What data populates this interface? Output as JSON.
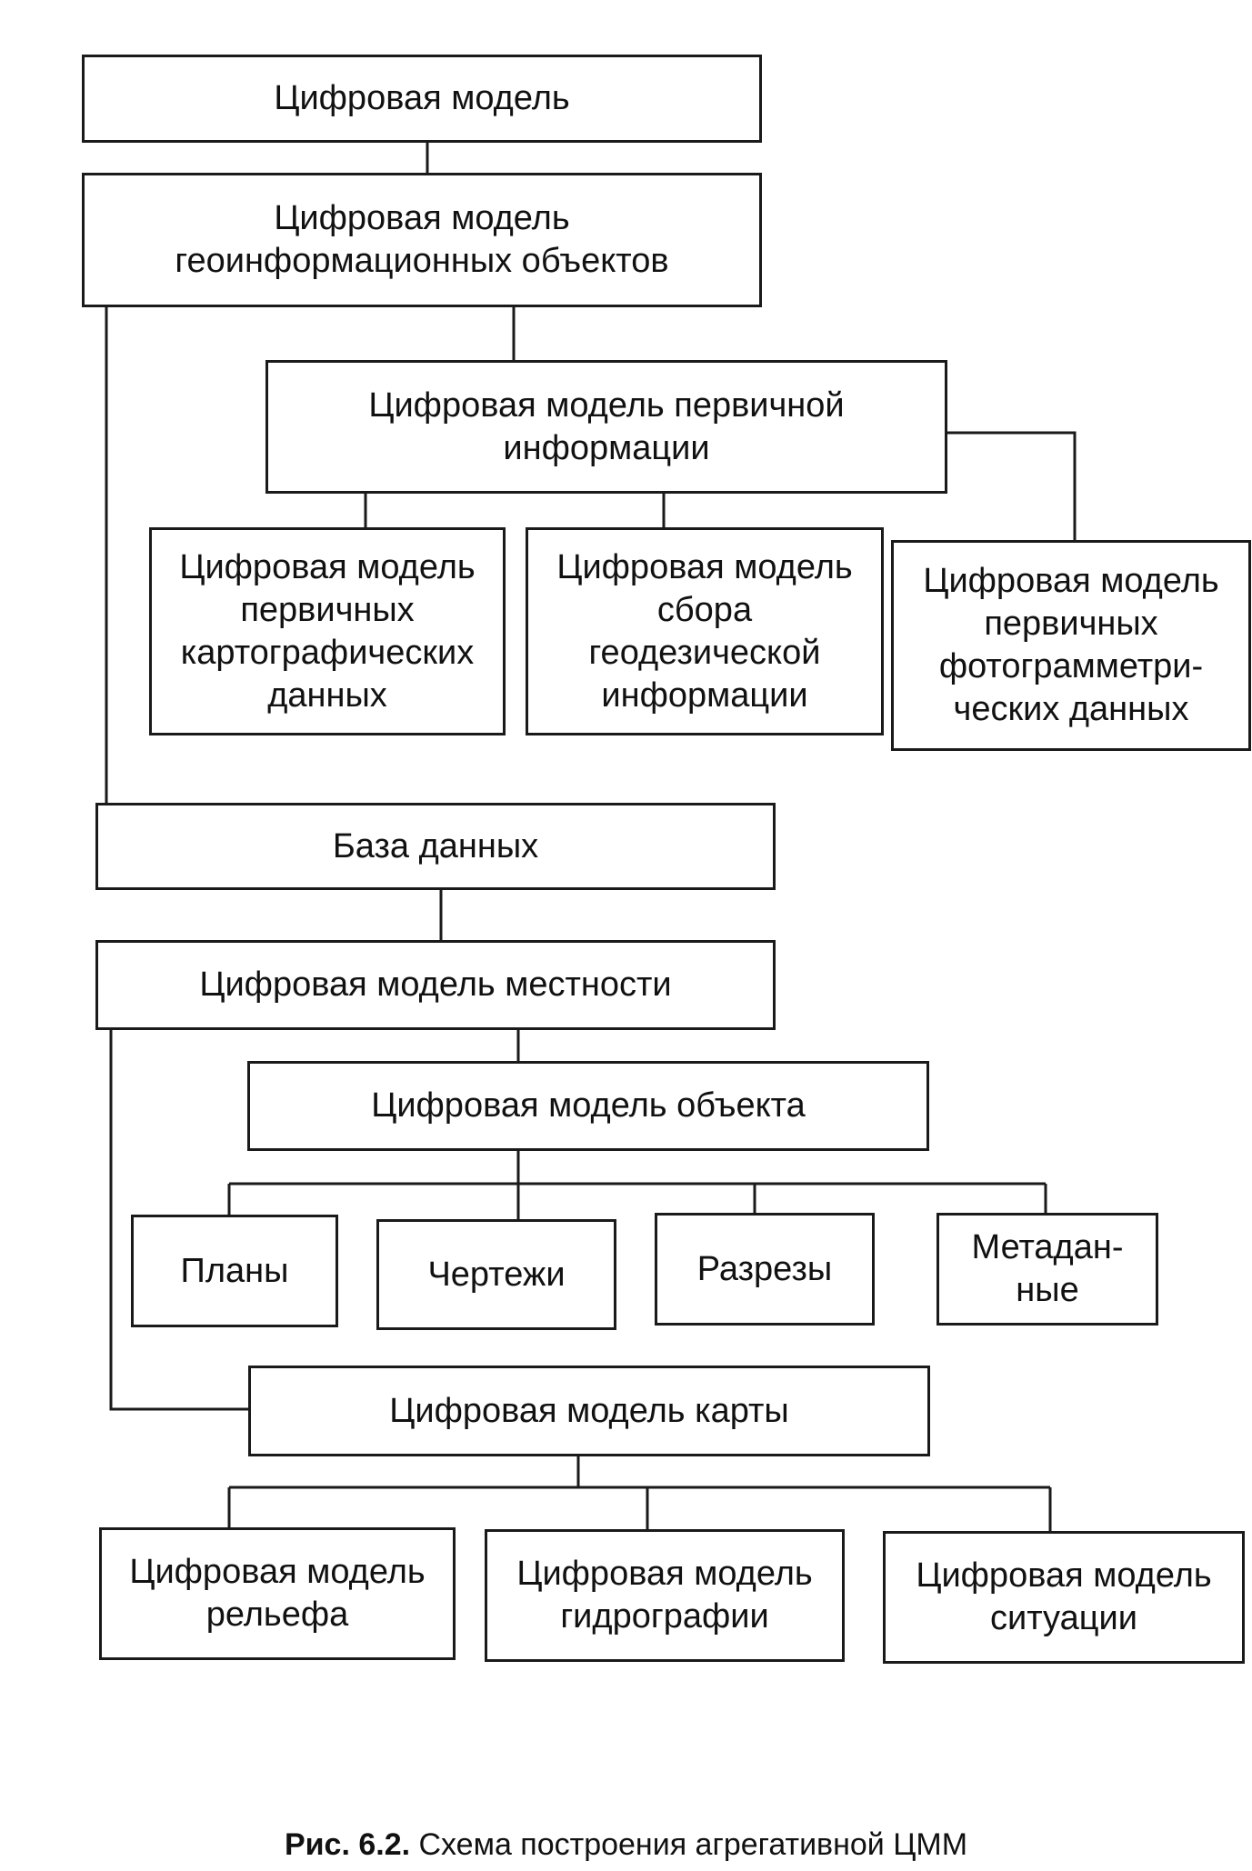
{
  "nodes": {
    "digital_model": "Цифровая модель",
    "geoinfo_objects": "Цифровая модель\nгеоинформационных объектов",
    "primary_info": "Цифровая модель первичной\nинформации",
    "primary_carto": "Цифровая модель\nпервичных\nкартографических\nданных",
    "geodetic_collection": "Цифровая модель\nсбора\nгеодезической\nинформации",
    "photogrammetric": "Цифровая модель\nпервичных\nфотограмметри-\nческих данных",
    "database": "База данных",
    "terrain_model": "Цифровая модель местности",
    "object_model": "Цифровая модель объекта",
    "plans": "Планы",
    "drawings": "Чертежи",
    "sections": "Разрезы",
    "metadata": "Метадан-\nные",
    "map_model": "Цифровая модель карты",
    "relief": "Цифровая модель\nрельефа",
    "hydrography": "Цифровая модель\nгидрографии",
    "situation": "Цифровая модель\nситуации"
  },
  "caption": {
    "label": "Рис. 6.2.",
    "text": " Схема построения агрегативной ЦММ"
  }
}
